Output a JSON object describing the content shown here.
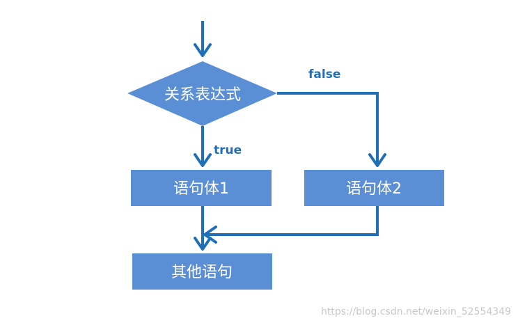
{
  "diagram": {
    "nodes": {
      "condition": {
        "label": "关系表达式",
        "shape": "diamond"
      },
      "body1": {
        "label": "语句体1",
        "shape": "rectangle"
      },
      "body2": {
        "label": "语句体2",
        "shape": "rectangle"
      },
      "other": {
        "label": "其他语句",
        "shape": "rectangle"
      }
    },
    "edges": {
      "true_label": "true",
      "false_label": "false"
    },
    "colors": {
      "node_fill": "#5a8fd6",
      "arrow": "#1f6fb8",
      "text": "#ffffff"
    }
  },
  "watermark": "https://blog.csdn.net/weixin_52554349"
}
